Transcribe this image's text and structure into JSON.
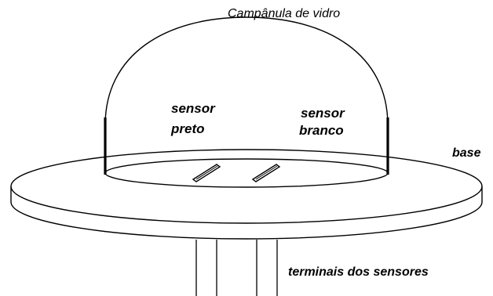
{
  "labels": {
    "bell_jar": "Campânula de vidro",
    "sensor_black_line1": "sensor",
    "sensor_black_line2": "preto",
    "sensor_white_line1": "sensor",
    "sensor_white_line2": "branco",
    "base": "base",
    "terminals": "terminais dos sensores"
  },
  "colors": {
    "line": "#000000",
    "background": "#ffffff"
  }
}
